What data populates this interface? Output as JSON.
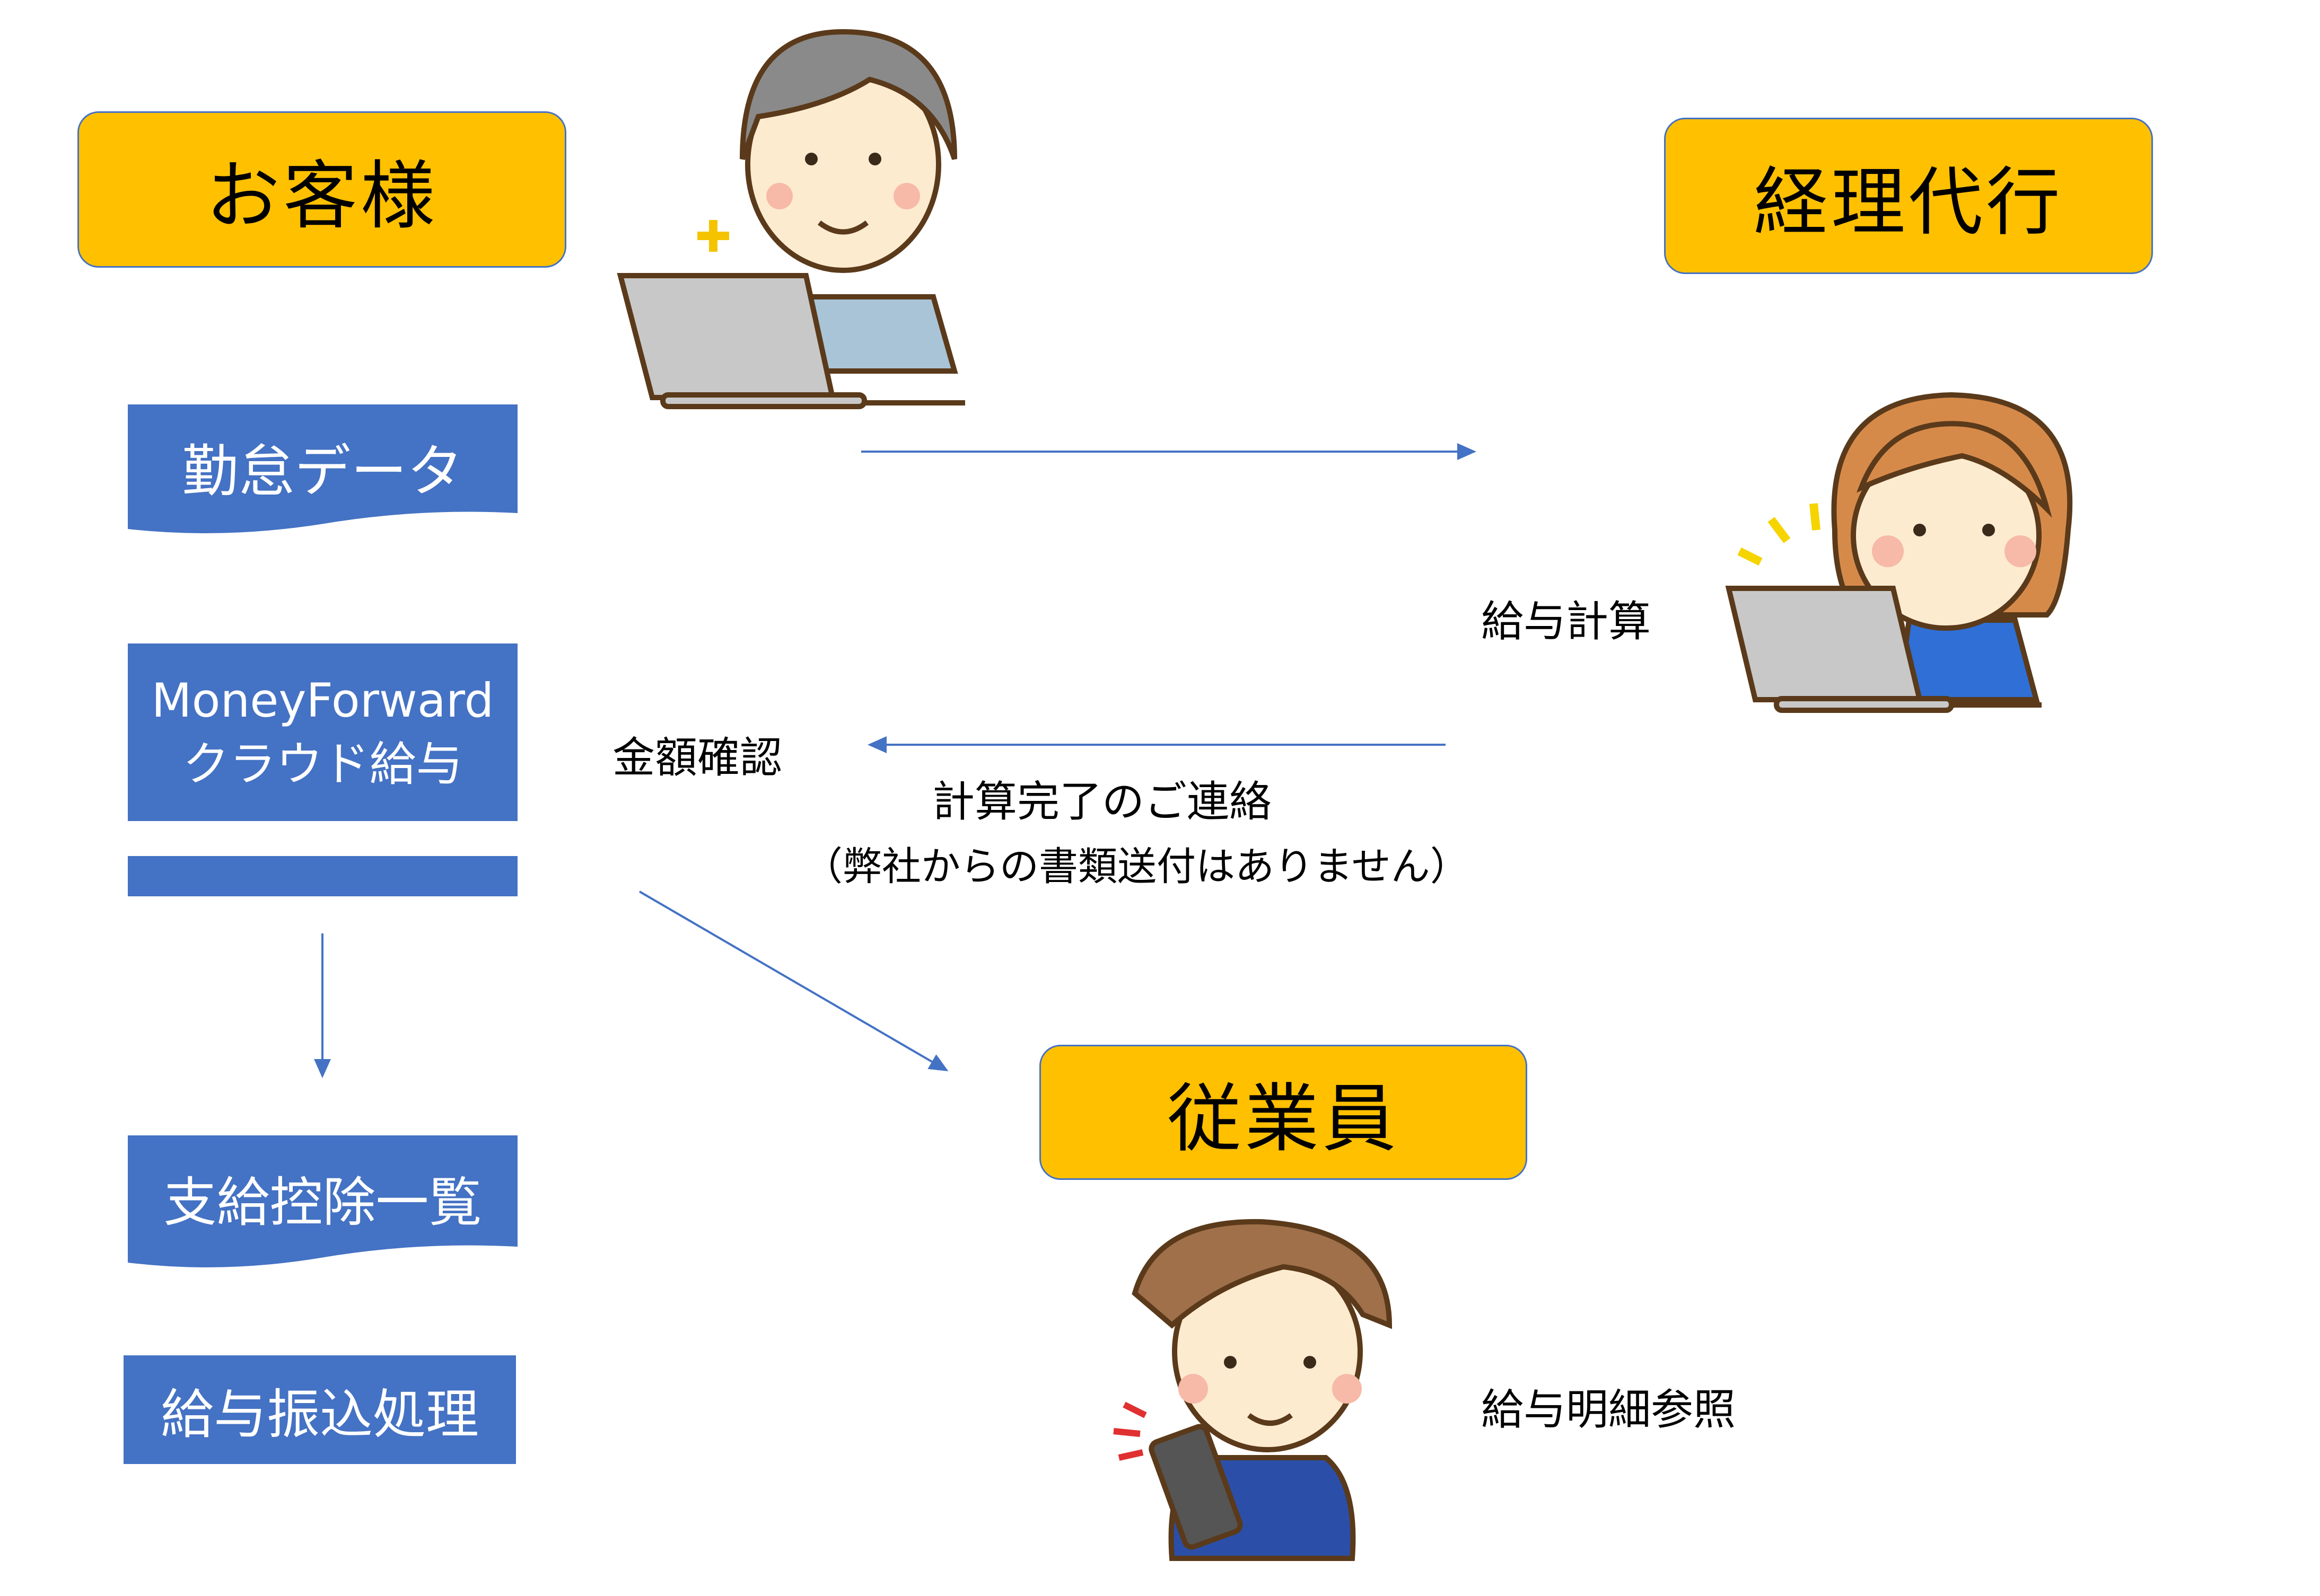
{
  "roles": {
    "customer": "お客様",
    "accounting_agent": "経理代行",
    "employee": "従業員"
  },
  "customer_flow": {
    "attendance_data": "勤怠データ",
    "system_line1": "MoneyForward",
    "system_line2": "クラウド給与",
    "payment_deduction_list": "支給控除一覧",
    "salary_transfer": "給与振込処理"
  },
  "labels": {
    "payroll_calculation": "給与計算",
    "amount_confirmation": "金額確認",
    "calculation_complete_notice": "計算完了のご連絡",
    "no_documents_note": "（弊社からの書類送付はありません）",
    "payslip_view": "給与明細参照"
  },
  "colors": {
    "role_fill": "#FFC000",
    "box_blue": "#4472C4",
    "arrow": "#4472C4"
  }
}
